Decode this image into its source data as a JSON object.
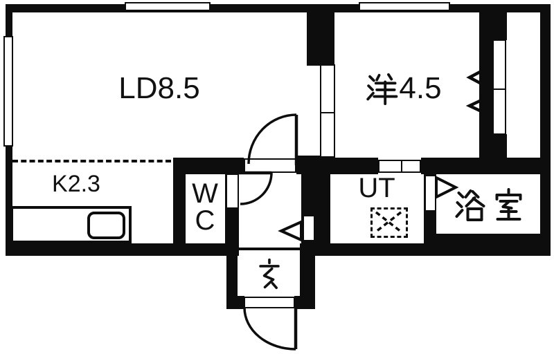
{
  "plan": {
    "type": "apartment-floor-plan",
    "rooms": {
      "living_dining": {
        "label": "LD8.5"
      },
      "western_room": {
        "label": "洋4.5",
        "kanji": "洋",
        "number": "4.5"
      },
      "kitchen": {
        "label": "K2.3"
      },
      "toilet": {
        "label": "WC",
        "line1": "W",
        "line2": "C"
      },
      "utility": {
        "label": "UT"
      },
      "bathroom": {
        "label": "浴室"
      },
      "entrance": {
        "label": "玄"
      }
    },
    "symbols": {
      "washing_machine_area": "dashed-box-with-x",
      "kitchen_sink": "rounded-rectangle",
      "door_swing": "quarter-circle-arc",
      "folding_closet_door": "double-chevron",
      "door_direction_marker": "triangle",
      "window": "white-opening-in-wall",
      "sliding_door": "white-panel-strip"
    },
    "colors": {
      "wall": "#0d0d0d",
      "floor": "#ffffff",
      "line": "#111111"
    }
  }
}
